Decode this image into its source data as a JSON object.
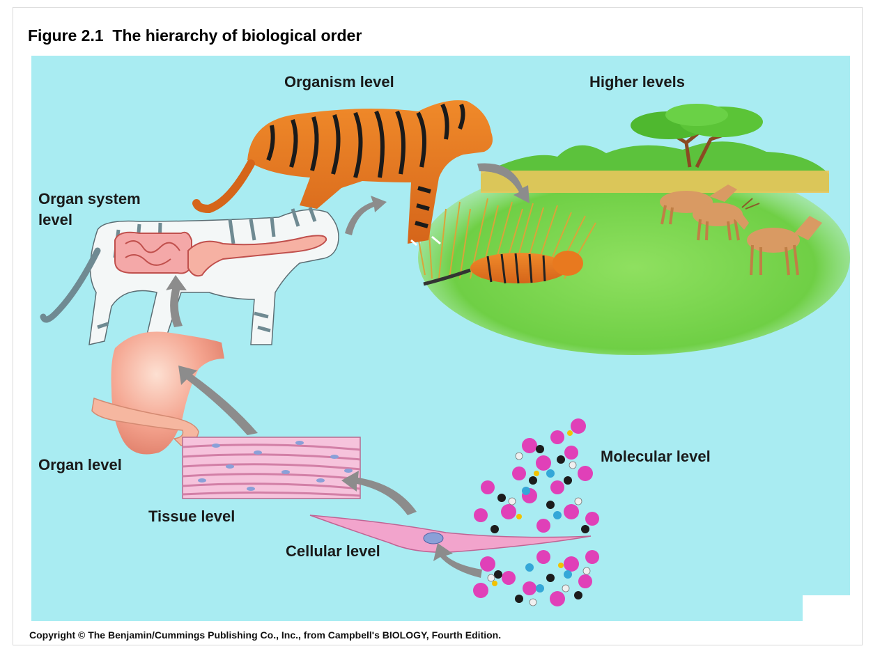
{
  "figure": {
    "title": "Figure 2.1  The hierarchy of biological order",
    "copyright": "Copyright © The Benjamin/Cummings Publishing Co., Inc., from Campbell's BIOLOGY, Fourth Edition."
  },
  "labels": {
    "organism": "Organism level",
    "higher": "Higher levels",
    "organ_system_line1": "Organ system",
    "organ_system_line2": "level",
    "organ": "Organ level",
    "tissue": "Tissue level",
    "cellular": "Cellular level",
    "molecular": "Molecular level"
  },
  "colors": {
    "panel_bg": "#a9ecf2",
    "tiger_orange": "#e8791f",
    "grass_green": "#7ed957",
    "arrow_gray": "#8c8c8c",
    "tissue_pink": "#f3b6d2",
    "organ_pink": "#f4a38e",
    "atom_magenta": "#e040b8"
  }
}
